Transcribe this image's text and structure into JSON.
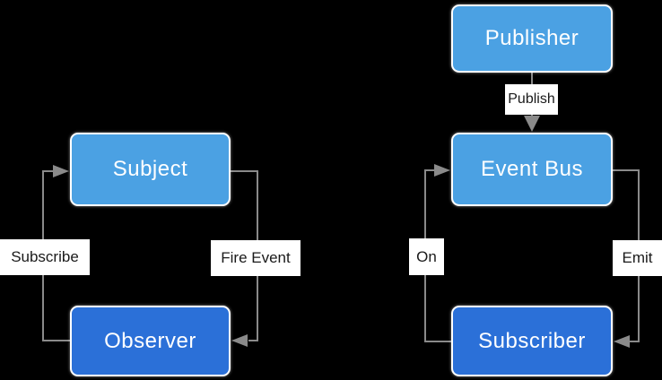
{
  "colors": {
    "background": "#000000",
    "node_light_blue": "#4ba1e3",
    "node_dark_blue": "#2b70d8",
    "node_border": "#ffffff",
    "node_text": "#ffffff",
    "edge_line": "#8a8a8a",
    "edge_label_bg": "#ffffff",
    "edge_label_text": "#1a1a1a"
  },
  "left_diagram": {
    "nodes": {
      "subject": "Subject",
      "observer": "Observer"
    },
    "edges": {
      "subscribe": "Subscribe",
      "fire_event": "Fire Event"
    }
  },
  "right_diagram": {
    "nodes": {
      "publisher": "Publisher",
      "event_bus": "Event Bus",
      "subscriber": "Subscriber"
    },
    "edges": {
      "publish": "Publish",
      "on": "On",
      "emit": "Emit"
    }
  }
}
